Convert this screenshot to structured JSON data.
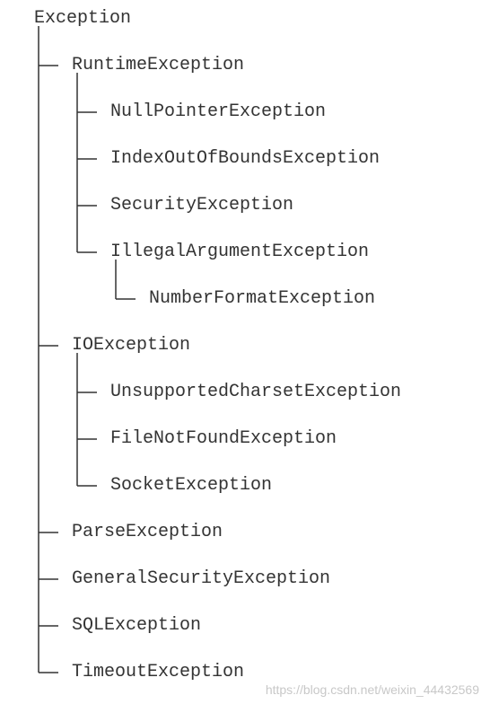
{
  "line_color": "#333333",
  "text_color": "#333333",
  "tree": {
    "root": "Exception",
    "children": [
      {
        "label": "RuntimeException",
        "children": [
          {
            "label": "NullPointerException"
          },
          {
            "label": "IndexOutOfBoundsException"
          },
          {
            "label": "SecurityException"
          },
          {
            "label": "IllegalArgumentException",
            "children": [
              {
                "label": "NumberFormatException"
              }
            ]
          }
        ]
      },
      {
        "label": "IOException",
        "children": [
          {
            "label": "UnsupportedCharsetException"
          },
          {
            "label": "FileNotFoundException"
          },
          {
            "label": "SocketException"
          }
        ]
      },
      {
        "label": "ParseException"
      },
      {
        "label": "GeneralSecurityException"
      },
      {
        "label": "SQLException"
      },
      {
        "label": "TimeoutException"
      }
    ]
  },
  "watermark": "https://blog.csdn.net/weixin_44432569"
}
